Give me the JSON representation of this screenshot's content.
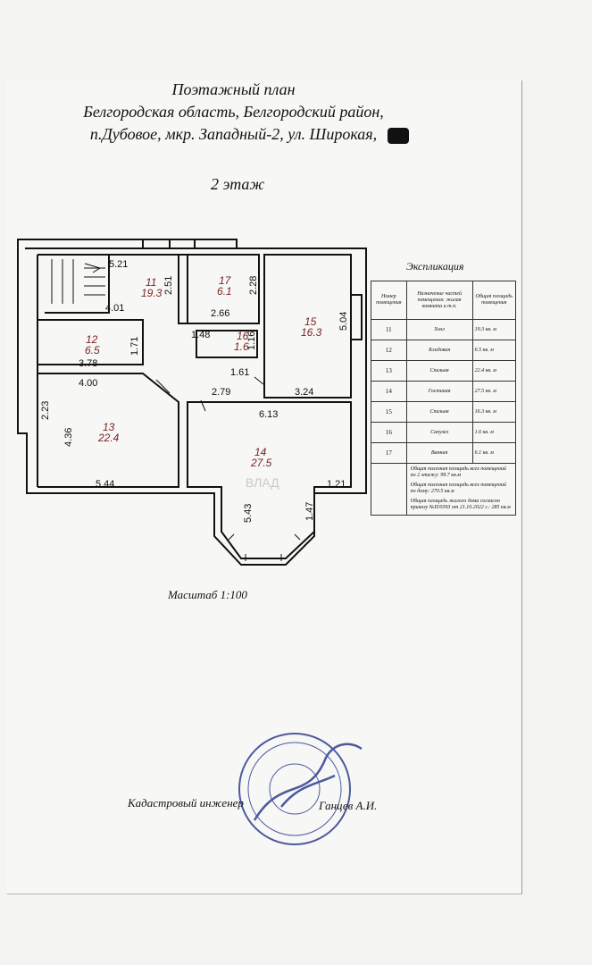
{
  "header": {
    "line1": "Поэтажный план",
    "line2": "Белгородская область, Белгородский район,",
    "line3": "п.Дубовое, мкр. Западный-2, ул. Широкая,"
  },
  "floor_label": "2 этаж",
  "rooms": [
    {
      "num": "11",
      "area": "19.3"
    },
    {
      "num": "17",
      "area": "6.1"
    },
    {
      "num": "15",
      "area": "16.3"
    },
    {
      "num": "12",
      "area": "6.5"
    },
    {
      "num": "16",
      "area": "1.6"
    },
    {
      "num": "13",
      "area": "22.4"
    },
    {
      "num": "14",
      "area": "27.5"
    }
  ],
  "dimensions": [
    "5.21",
    "2.51",
    "2.28",
    "5.04",
    "4.01",
    "2.66",
    "1.71",
    "1.48",
    "1.16",
    "3.78",
    "1.61",
    "4.00",
    "2.79",
    "3.24",
    "2.23",
    "6.13",
    "4.36",
    "5.44",
    "1.21",
    "5.43",
    "1.47"
  ],
  "explication": {
    "title": "Экспликация",
    "headers": [
      "Номер помещения",
      "Назначение частей помещения: жилая комната и т.п.",
      "Общая площадь помещения"
    ],
    "rows": [
      {
        "num": "11",
        "name": "Холл",
        "area": "19.3 кв. м"
      },
      {
        "num": "12",
        "name": "Кладовая",
        "area": "6.5 кв. м"
      },
      {
        "num": "13",
        "name": "Спальня",
        "area": "22.4 кв. м"
      },
      {
        "num": "14",
        "name": "Гостиная",
        "area": "27.5 кв. м"
      },
      {
        "num": "15",
        "name": "Спальня",
        "area": "16.3 кв. м"
      },
      {
        "num": "16",
        "name": "Санузел",
        "area": "1.6 кв. м"
      },
      {
        "num": "17",
        "name": "Ванная",
        "area": "6.1 кв. м"
      }
    ],
    "notes": [
      "Общая полезная площадь всех помещений по 2 этажу: 99.7 кв.м",
      "Общая полезная площадь всех помещений по дому: 270.5 кв.м",
      "Общая площадь жилого дома согласно приказу №П/0393 от 21.10.2022 г.: 285 кв.м"
    ]
  },
  "scale": "Масштаб 1:100",
  "engineer_label": "Кадастровый инженер",
  "engineer_name": "Ганцев А.И.",
  "watermark": "ВЛАД",
  "colors": {
    "ink": "#111111",
    "room_number": "#7a1f1f",
    "stamp": "#2e3f8f",
    "paper": "#f7f7f5"
  }
}
